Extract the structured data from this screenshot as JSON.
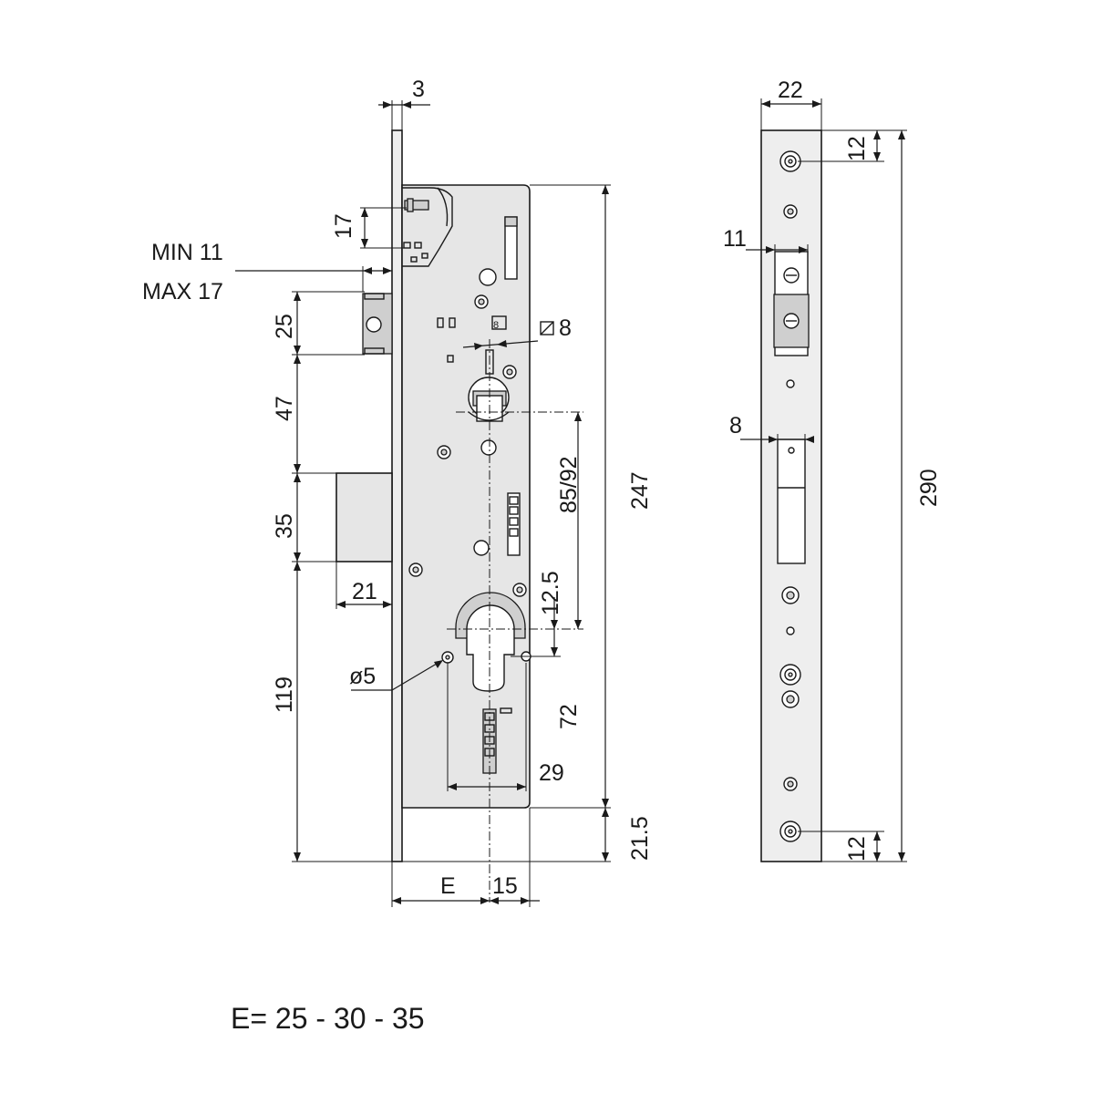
{
  "front_view": {
    "dimensions": {
      "faceplate_thickness": "3",
      "latch_offset": "17",
      "adjust_min": "MIN 11",
      "adjust_max": "MAX 17",
      "roller_height": "25",
      "gap_47": "47",
      "bolt_height": "35",
      "bolt_throw": "21",
      "lower_119": "119",
      "spindle_square": "8",
      "center_distance": "85/92",
      "total_247": "247",
      "cylinder_offset": "12.5",
      "lower_72": "72",
      "hole_diameter": "ø5",
      "width_29": "29",
      "bottom_21_5": "21.5",
      "backset": "E",
      "backset_15": "15"
    },
    "markings": {
      "spindle_marker": "8"
    }
  },
  "side_view": {
    "dimensions": {
      "width": "22",
      "top_12": "12",
      "roller_11": "11",
      "slot_8": "8",
      "total_290": "290",
      "bottom_12": "12"
    }
  },
  "footer_note": "E= 25 - 30 - 35"
}
